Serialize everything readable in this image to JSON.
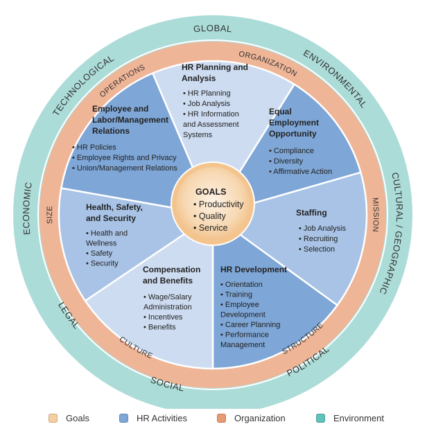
{
  "colors": {
    "environment": "#abdcd8",
    "organization": "#efb597",
    "activity_dark": "#7ea6d6",
    "activity_mid": "#a8c3e6",
    "activity_light": "#cddcf1",
    "goals": "#f6d3aa",
    "goals_rim": "#f4c48e",
    "ring_line": "#ffffff"
  },
  "environment_labels": [
    "GLOBAL",
    "ENVIRONMENTAL",
    "CULTURAL / GEOGRAPHIC",
    "POLITICAL",
    "SOCIAL",
    "LEGAL",
    "ECONOMIC",
    "TECHNOLOGICAL"
  ],
  "organization_labels": [
    "ORGANIZATION",
    "MISSION",
    "STRUCTURE",
    "CULTURE",
    "SIZE",
    "OPERATIONS"
  ],
  "goals": {
    "title": "GOALS",
    "items": [
      "• Productivity",
      "• Quality",
      "• Service"
    ]
  },
  "hr_activities": [
    {
      "title": [
        "HR Planning and",
        "Analysis"
      ],
      "items": [
        "• HR Planning",
        "• Job Analysis",
        "• HR Information",
        "   and Assessment",
        "   Systems"
      ]
    },
    {
      "title": [
        "Equal",
        "Employment",
        "Opportunity"
      ],
      "items": [
        "• Compliance",
        "• Diversity",
        "• Affirmative Action"
      ]
    },
    {
      "title": [
        "Staffing"
      ],
      "items": [
        "• Job Analysis",
        "• Recruiting",
        "• Selection"
      ]
    },
    {
      "title": [
        "HR Development"
      ],
      "items": [
        "• Orientation",
        "• Training",
        "• Employee",
        "   Development",
        "• Career Planning",
        "• Performance",
        "   Management"
      ]
    },
    {
      "title": [
        "Compensation",
        "and Benefits"
      ],
      "items": [
        "• Wage/Salary",
        "   Administration",
        "• Incentives",
        "• Benefits"
      ]
    },
    {
      "title": [
        "Health, Safety,",
        "and Security"
      ],
      "items": [
        "• Health and",
        "   Wellness",
        "• Safety",
        "• Security"
      ]
    },
    {
      "title": [
        "Employee and",
        "Labor/Management",
        "Relations"
      ],
      "items": [
        "• HR Policies",
        "• Employee Rights and Privacy",
        "• Union/Management Relations"
      ]
    }
  ],
  "legend": [
    {
      "label": "Goals",
      "color": "#f6cfa0"
    },
    {
      "label": "HR Activities",
      "color": "#7ea6d6"
    },
    {
      "label": "Organization",
      "color": "#e89a72"
    },
    {
      "label": "Environment",
      "color": "#5fc2bb"
    }
  ]
}
